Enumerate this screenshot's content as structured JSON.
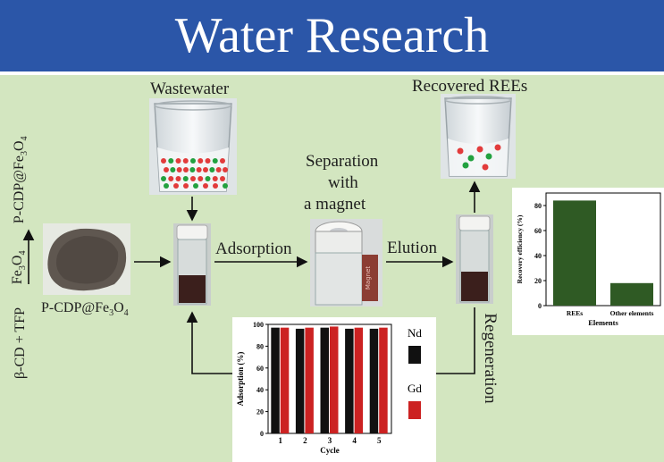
{
  "journal": "Water Research",
  "labels": {
    "wastewater": "Wastewater",
    "recovered": "Recovered REEs",
    "separation": [
      "Separation",
      "with",
      "a magnet"
    ],
    "adsorption": "Adsorption",
    "elution": "Elution",
    "regeneration": "Regeneration",
    "material_name": "P-CDP@Fe",
    "material_sub1": "3",
    "material_o": "O",
    "material_sub2": "4",
    "synthesis_left": "β-CD + TFP",
    "synthesis_reagent": "Fe",
    "synthesis_reagent_sub1": "3",
    "synthesis_reagent_o": "O",
    "synthesis_reagent_sub2": "4",
    "synthesis_product": "P-CDP@Fe",
    "synthesis_product_sub1": "3",
    "synthesis_product_o": "O",
    "synthesis_product_sub2": "4",
    "magnet_label": "Magnet"
  },
  "colors": {
    "banner": "#2b56a8",
    "panel": "#d3e6c0",
    "nd": "#111111",
    "gd": "#cc2222",
    "recovery_bar": "#2f5a24",
    "dot_red": "#e23b3b",
    "dot_green": "#22a13f"
  },
  "chart_data": [
    {
      "type": "bar",
      "xlabel": "Cycle",
      "ylabel": "Adsorption (%)",
      "categories": [
        "1",
        "2",
        "3",
        "4",
        "5"
      ],
      "series": [
        {
          "name": "Nd",
          "values": [
            97,
            96,
            97,
            96,
            96
          ]
        },
        {
          "name": "Gd",
          "values": [
            97,
            97,
            98,
            97,
            97
          ]
        }
      ],
      "ylim": [
        0,
        100
      ],
      "yticks": [
        "0",
        "20",
        "40",
        "60",
        "80",
        "100"
      ],
      "legend": "right"
    },
    {
      "type": "bar",
      "xlabel": "Elements",
      "ylabel": "Recovery efficiency (%)",
      "categories": [
        "REEs",
        "Other elements"
      ],
      "values": [
        84,
        18
      ],
      "ylim": [
        0,
        90
      ],
      "yticks": [
        "0",
        "20",
        "40",
        "60",
        "80"
      ]
    }
  ]
}
